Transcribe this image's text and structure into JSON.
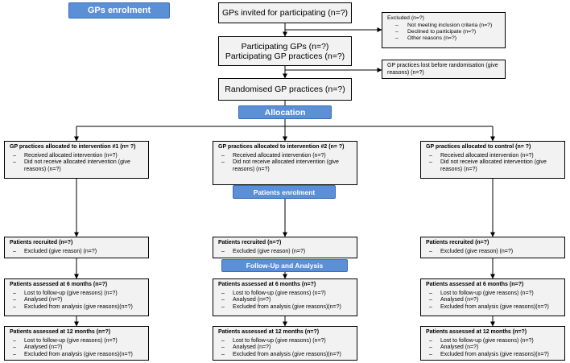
{
  "labels": {
    "gps_enrolment": "GPs enrolment",
    "allocation": "Allocation",
    "patients_enrolment": "Patients enrolment",
    "follow_up": "Follow-Up and Analysis"
  },
  "top": {
    "invited": "GPs invited for participating (n=?)",
    "participating_line1": "Participating GPs (n=?)",
    "participating_line2": "Participating GP practices (n=?)",
    "randomised": "Randomised GP practices (n=?)"
  },
  "excluded": {
    "title": "Excluded  (n=?)",
    "items": [
      "Not meeting inclusion criteria (n=?)",
      "Declined to participate (n=?)",
      "Other reasons (n=?)"
    ]
  },
  "lost_before": "GP practices lost before randomisation (give reasons) (n=?)",
  "arms": [
    {
      "allocated": {
        "title": "GP practices allocated to intervention #1 (n= ?)",
        "items": [
          "Received allocated intervention (n=?)",
          "Did not receive allocated intervention (give reasons) (n=?)"
        ]
      },
      "recruited": {
        "title": "Patients recruited (n=?)",
        "items": [
          "Excluded (give reason) (n=?)"
        ]
      },
      "six_months": {
        "title": "Patients assessed at 6 months (n=?)",
        "items": [
          "Lost to follow-up (give reasons) (n=?)",
          "Analysed (n=?)",
          "Excluded from analysis (give reasons)(n=?)"
        ]
      },
      "twelve_months": {
        "title": "Patients assessed at 12 months (n=?)",
        "items": [
          "Lost to follow-up (give reasons) (n=?)",
          "Analysed (n=?)",
          "Excluded from analysis (give reasons)(n=?)"
        ]
      }
    },
    {
      "allocated": {
        "title": "GP practices allocated to intervention #2 (n= ?)",
        "items": [
          "Received allocated intervention (n=?)",
          "Did not receive allocated intervention (give reasons) (n=?)"
        ]
      },
      "recruited": {
        "title": "Patients recruited (n=?)",
        "items": [
          "Excluded (give reason) (n=?)"
        ]
      },
      "six_months": {
        "title": "Patients assessed at 6 months (n=?)",
        "items": [
          "Lost to follow-up (give reasons) (n=?)",
          "Analysed (n=?)",
          "Excluded from analysis (give reasons)(n=?)"
        ]
      },
      "twelve_months": {
        "title": "Patients assessed at 12 months (n=?)",
        "items": [
          "Lost to follow-up (give reasons) (n=?)",
          "Analysed (n=?)",
          "Excluded from analysis (give reasons)(n=?)"
        ]
      }
    },
    {
      "allocated": {
        "title": "GP practices allocated to control (n= ?)",
        "items": [
          "Received allocated intervention (n=?)",
          "Did not receive allocated intervention (give reasons) (n=?)"
        ]
      },
      "recruited": {
        "title": "Patients recruited (n=?)",
        "items": [
          "Excluded (give reason) (n=?)"
        ]
      },
      "six_months": {
        "title": "Patients assessed at 6 months (n=?)",
        "items": [
          "Lost to follow-up (give reasons) (n=?)",
          "Analysed (n=?)",
          "Excluded from analysis (give reasons)(n=?)"
        ]
      },
      "twelve_months": {
        "title": "Patients assessed at 12 months (n=?)",
        "items": [
          "Lost to follow-up (give reasons) (n=?)",
          "Analysed (n=?)",
          "Excluded from analysis (give reasons)(n=?)"
        ]
      }
    }
  ],
  "colors": {
    "banner": "#5b8fd6",
    "box_fill": "#f2f2f2",
    "line": "#000000"
  }
}
